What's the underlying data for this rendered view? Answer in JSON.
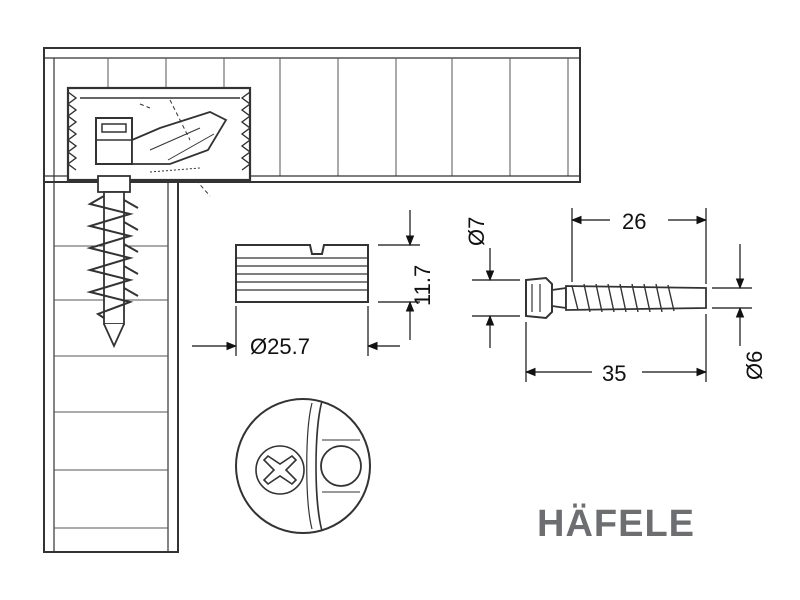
{
  "dimensions": {
    "cam_height": "11.7",
    "cam_diameter": "Ø25.7",
    "pin_head_diameter": "Ø7",
    "pin_thread_length": "26",
    "pin_total_length": "35",
    "pin_shank_diameter": "Ø6"
  },
  "brand": {
    "name": "HÄFELE",
    "color": "#6d6e71",
    "accent": "#cc1f2f"
  }
}
